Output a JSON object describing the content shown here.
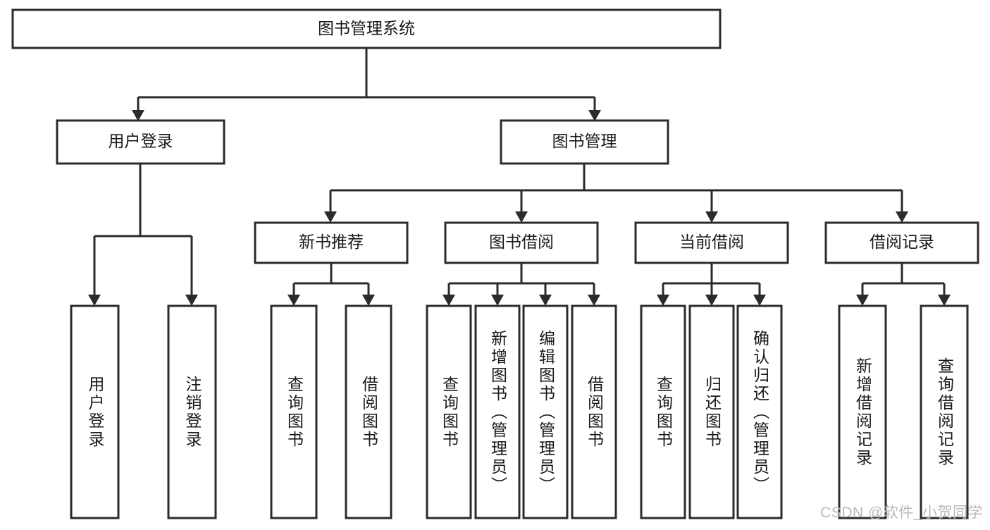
{
  "diagram": {
    "type": "tree",
    "title": "图书管理系统",
    "root": {
      "label": "图书管理系统"
    },
    "level2": [
      {
        "label": "用户登录"
      },
      {
        "label": "图书管理"
      }
    ],
    "level3": [
      {
        "label": "新书推荐"
      },
      {
        "label": "图书借阅"
      },
      {
        "label": "当前借阅"
      },
      {
        "label": "借阅记录"
      }
    ],
    "leaves": {
      "user_login": [
        {
          "label": "用户登录"
        },
        {
          "label": "注销登录"
        }
      ],
      "new_book_recommend": [
        {
          "label": "查询图书"
        },
        {
          "label": "借阅图书"
        }
      ],
      "book_borrow": [
        {
          "label": "查询图书"
        },
        {
          "label": "新增图书（管理员）"
        },
        {
          "label": "编辑图书（管理员）"
        },
        {
          "label": "借阅图书"
        }
      ],
      "current_borrow": [
        {
          "label": "查询图书"
        },
        {
          "label": "归还图书"
        },
        {
          "label": "确认归还（管理员）"
        }
      ],
      "borrow_record": [
        {
          "label": "新增借阅记录"
        },
        {
          "label": "查询借阅记录"
        }
      ]
    }
  },
  "watermark": {
    "text": "CSDN @软件_小贺同学"
  },
  "colors": {
    "stroke": "#2b2b2b",
    "fill": "#ffffff",
    "text": "#1a1a1a",
    "watermark": "#b9b9b9"
  }
}
